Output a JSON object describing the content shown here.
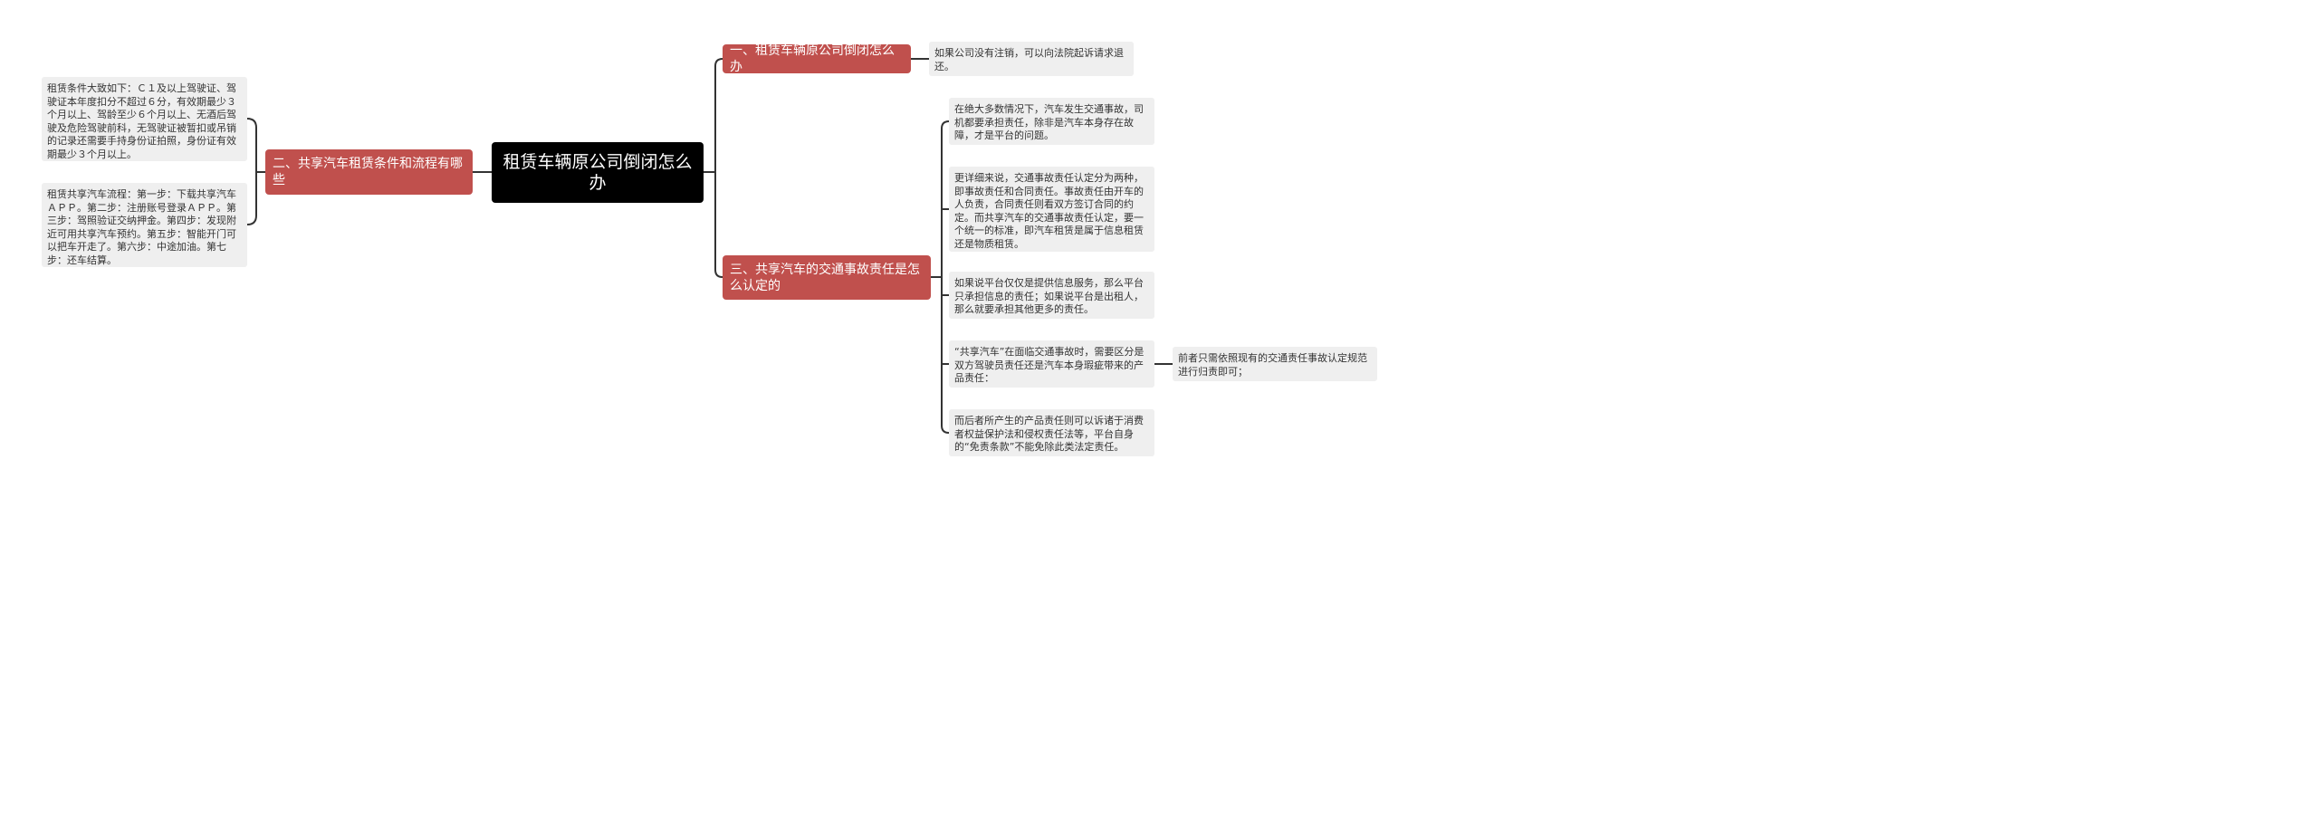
{
  "root": {
    "label": "租赁车辆原公司倒闭怎么办"
  },
  "branches": [
    {
      "label": "一、租赁车辆原公司倒闭怎么办",
      "leaves": [
        "如果公司没有注销，可以向法院起诉请求退还。"
      ]
    },
    {
      "label": "二、共享汽车租赁条件和流程有哪些",
      "leaves": [
        "租赁条件大致如下：Ｃ１及以上驾驶证、驾驶证本年度扣分不超过６分，有效期最少３个月以上、驾龄至少６个月以上、无酒后驾驶及危险驾驶前科，无驾驶证被暂扣或吊销的记录还需要手持身份证拍照，身份证有效期最少３个月以上。",
        "租赁共享汽车流程：第一步：下载共享汽车ＡＰＰ。第二步：注册账号登录ＡＰＰ。第三步：驾照验证交纳押金。第四步：发现附近可用共享汽车预约。第五步：智能开门可以把车开走了。第六步：中途加油。第七步：还车结算。"
      ]
    },
    {
      "label": "三、共享汽车的交通事故责任是怎么认定的",
      "leaves": [
        "在绝大多数情况下，汽车发生交通事故，司机都要承担责任，除非是汽车本身存在故障，才是平台的问题。",
        "更详细来说，交通事故责任认定分为两种，即事故责任和合同责任。事故责任由开车的人负责，合同责任则看双方签订合同的约定。而共享汽车的交通事故责任认定，要一个统一的标准，即汽车租赁是属于信息租赁还是物质租赁。",
        "如果说平台仅仅是提供信息服务，那么平台只承担信息的责任；如果说平台是出租人，那么就要承担其他更多的责任。",
        "“共享汽车”在面临交通事故时，需要区分是双方驾驶员责任还是汽车本身瑕疵带来的产品责任：",
        "而后者所产生的产品责任则可以诉诸于消费者权益保护法和侵权责任法等，平台自身的“免责条款”不能免除此类法定责任。"
      ],
      "sub_leaf": "前者只需依照现有的交通责任事故认定规范进行归责即可；"
    }
  ]
}
